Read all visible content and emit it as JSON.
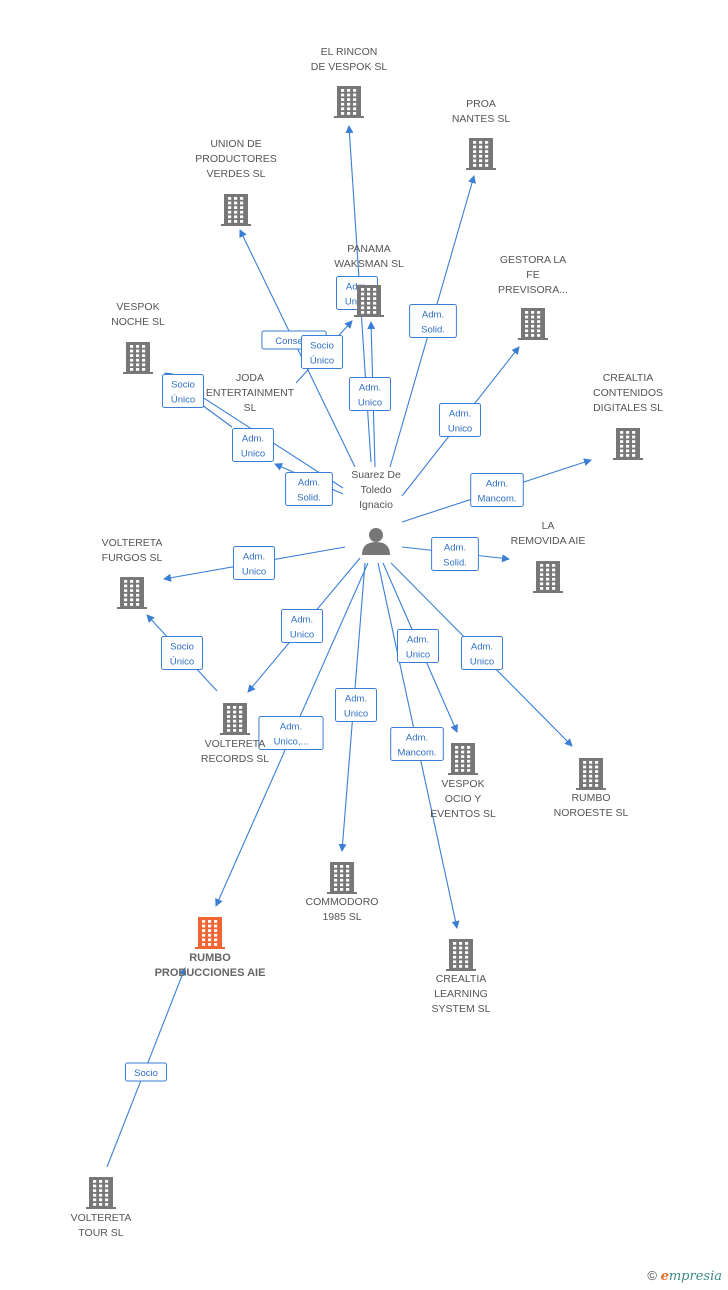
{
  "colors": {
    "edge": "#3a7fd5",
    "building": "#777777",
    "building_focus": "#ef6533",
    "person": "#777777"
  },
  "person": {
    "name_lines": [
      "Suarez De",
      "Toledo",
      "Ignacio"
    ],
    "icon": "person-icon"
  },
  "companies": [
    {
      "id": "el-rincon",
      "lines": [
        "EL RINCON",
        "DE VESPOK  SL"
      ],
      "icon": "building-icon"
    },
    {
      "id": "proa-nantes",
      "lines": [
        "PROA",
        "NANTES  SL"
      ],
      "icon": "building-icon"
    },
    {
      "id": "union-productores",
      "lines": [
        "UNION DE",
        "PRODUCTORES",
        "VERDES  SL"
      ],
      "icon": "building-icon"
    },
    {
      "id": "panama-waksman",
      "lines": [
        "PANAMA",
        "WAKSMAN  SL"
      ],
      "icon": "building-icon"
    },
    {
      "id": "gestora-fe",
      "lines": [
        "GESTORA LA",
        "FE",
        "PREVISORA..."
      ],
      "icon": "building-icon"
    },
    {
      "id": "vespok-noche",
      "lines": [
        "VESPOK",
        "NOCHE  SL"
      ],
      "icon": "building-icon"
    },
    {
      "id": "joda",
      "lines": [
        "JODA",
        "ENTERTAINMENT",
        "SL"
      ],
      "icon": "building-icon"
    },
    {
      "id": "crealtia-contenidos",
      "lines": [
        "CREALTIA",
        "CONTENIDOS",
        "DIGITALES  SL"
      ],
      "icon": "building-icon"
    },
    {
      "id": "la-removida",
      "lines": [
        "LA",
        "REMOVIDA AIE"
      ],
      "icon": "building-icon"
    },
    {
      "id": "voltereta-furgos",
      "lines": [
        "VOLTERETA",
        "FURGOS  SL"
      ],
      "icon": "building-icon"
    },
    {
      "id": "voltereta-records",
      "lines": [
        "VOLTERETA",
        "RECORDS  SL"
      ],
      "icon": "building-icon"
    },
    {
      "id": "vespok-ocio",
      "lines": [
        "VESPOK",
        "OCIO Y",
        "EVENTOS  SL"
      ],
      "icon": "building-icon"
    },
    {
      "id": "rumbo-noroeste",
      "lines": [
        "RUMBO",
        "NOROESTE  SL"
      ],
      "icon": "building-icon"
    },
    {
      "id": "commodoro",
      "lines": [
        "COMMODORO",
        "1985  SL"
      ],
      "icon": "building-icon"
    },
    {
      "id": "rumbo-producciones",
      "lines": [
        "RUMBO",
        "PRODUCCIONES AIE"
      ],
      "icon": "building-icon",
      "focus": true
    },
    {
      "id": "crealtia-learning",
      "lines": [
        "CREALTIA",
        "LEARNING",
        "SYSTEM  SL"
      ],
      "icon": "building-icon"
    },
    {
      "id": "voltereta-tour",
      "lines": [
        "VOLTERETA",
        "TOUR  SL"
      ],
      "icon": "building-icon"
    }
  ],
  "relations": [
    {
      "from": "person",
      "to": "el-rincon",
      "label": [
        "Adm.",
        "Unico"
      ]
    },
    {
      "from": "person",
      "to": "proa-nantes",
      "label": [
        "Adm.",
        "Solid."
      ]
    },
    {
      "from": "person",
      "to": "union-productores",
      "label": [
        "Consej..."
      ]
    },
    {
      "from": "person",
      "to": "panama-waksman",
      "label": [
        "Adm.",
        "Unico"
      ]
    },
    {
      "from": "person",
      "to": "gestora-fe",
      "label": [
        "Adm.",
        "Unico"
      ]
    },
    {
      "from": "person",
      "to": "joda",
      "label": [
        "Adm.",
        "Solid."
      ]
    },
    {
      "from": "person",
      "to": "crealtia-contenidos",
      "label": [
        "Adm.",
        "Mancom."
      ]
    },
    {
      "from": "person",
      "to": "la-removida",
      "label": [
        "Adm.",
        "Solid."
      ]
    },
    {
      "from": "person",
      "to": "voltereta-furgos",
      "label": [
        "Adm.",
        "Unico"
      ]
    },
    {
      "from": "person",
      "to": "voltereta-records",
      "label": [
        "Adm.",
        "Unico"
      ]
    },
    {
      "from": "person",
      "to": "vespok-ocio",
      "label": [
        "Adm.",
        "Unico"
      ]
    },
    {
      "from": "person",
      "to": "rumbo-noroeste",
      "label": [
        "Adm.",
        "Unico"
      ]
    },
    {
      "from": "person",
      "to": "commodoro",
      "label": [
        "Adm.",
        "Unico"
      ]
    },
    {
      "from": "person",
      "to": "rumbo-producciones",
      "label": [
        "Adm.",
        "Unico,..."
      ]
    },
    {
      "from": "person",
      "to": "crealtia-learning",
      "label": [
        "Adm.",
        "Mancom."
      ]
    },
    {
      "from": "person",
      "to": "vespok-noche",
      "label": [
        "Adm.",
        "Unico"
      ]
    },
    {
      "from": "joda",
      "to": "panama-waksman",
      "label": [
        "Socio",
        "Único"
      ]
    },
    {
      "from": "joda",
      "to": "vespok-noche",
      "label": [
        "Socio",
        "Único"
      ]
    },
    {
      "from": "voltereta-records",
      "to": "voltereta-furgos",
      "label": [
        "Socio",
        "Único"
      ]
    },
    {
      "from": "voltereta-tour",
      "to": "rumbo-producciones",
      "label": [
        "Socio"
      ]
    }
  ],
  "footer": {
    "copyright": "©",
    "brand_first": "e",
    "brand_rest": "mpresia"
  }
}
